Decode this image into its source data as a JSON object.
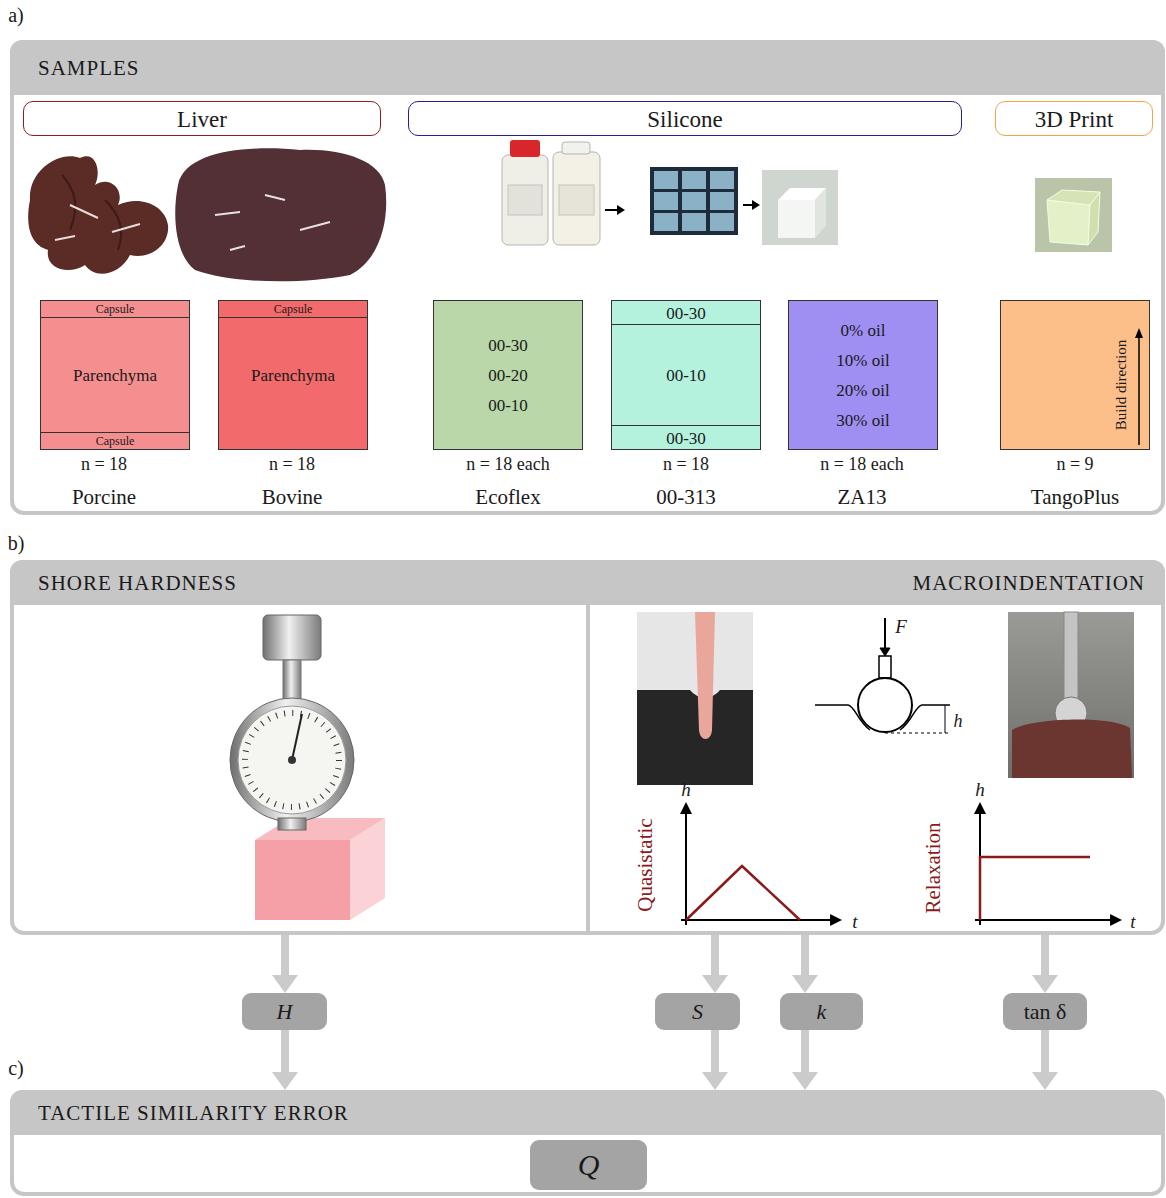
{
  "diagram": {
    "nodes": [
      {
        "text": [
          "SAMPLES"
        ]
      },
      {
        "text": [
          "Liver"
        ],
        "in": 0
      },
      {
        "text": [
          "Silicone"
        ],
        "in": 0
      },
      {
        "text": [
          "3D Print"
        ],
        "in": 0
      },
      {
        "text": [
          "Parenchyma"
        ],
        "in": 0
      },
      {
        "text": [
          "Capsule"
        ],
        "in": 4
      },
      {
        "text": [
          "Capsule"
        ],
        "in": 4
      },
      {
        "text": [
          "Parenchyma"
        ],
        "in": 0
      },
      {
        "text": [
          "Capsule"
        ],
        "in": 7
      },
      {
        "text": [
          "00-30",
          "00-20",
          "00-10"
        ],
        "in": 0
      },
      {
        "text": [
          "00-10"
        ],
        "in": 0
      },
      {
        "text": [
          "00-30"
        ],
        "in": 10
      },
      {
        "text": [
          "00-30"
        ],
        "in": 10
      },
      {
        "text": [
          "0% oil",
          "10% oil",
          "20% oil",
          "30% oil"
        ],
        "in": 0
      },
      {
        "text": [
          "Build direction"
        ],
        "in": 0
      },
      {
        "text": [
          "SHORE HARDNESS",
          "MACROINDENTATION"
        ]
      },
      {
        "text": [
          "H"
        ]
      },
      {
        "text": [
          "S"
        ]
      },
      {
        "text": [
          "k"
        ]
      },
      {
        "text": [
          "tan δ"
        ]
      },
      {
        "text": [
          "TACTILE SIMILARITY ERROR"
        ]
      },
      {
        "text": [
          "Q"
        ],
        "in": 20
      }
    ],
    "edges": [
      {
        "from": 15,
        "to": 16,
        "arrow": "to"
      },
      {
        "from": 15,
        "to": 17,
        "arrow": "to"
      },
      {
        "from": 15,
        "to": 18,
        "arrow": "to"
      },
      {
        "from": 15,
        "to": 19,
        "arrow": "to"
      },
      {
        "from": 16,
        "to": 20,
        "arrow": "to"
      },
      {
        "from": 17,
        "to": 20,
        "arrow": "to"
      },
      {
        "from": 18,
        "to": 20,
        "arrow": "to"
      },
      {
        "from": 19,
        "to": 20,
        "arrow": "to"
      }
    ],
    "labels": [
      "a)",
      "n = 18",
      "n = 18",
      "n = 18 each",
      "n = 18",
      "n = 18 each",
      "n = 9",
      "Porcine",
      "Bovine",
      "Ecoflex",
      "00-313",
      "ZA13",
      "TangoPlus",
      "b)",
      "F",
      "h",
      "h",
      "t",
      "Quasistatic",
      "h",
      "t",
      "Relaxation",
      "c)"
    ]
  }
}
